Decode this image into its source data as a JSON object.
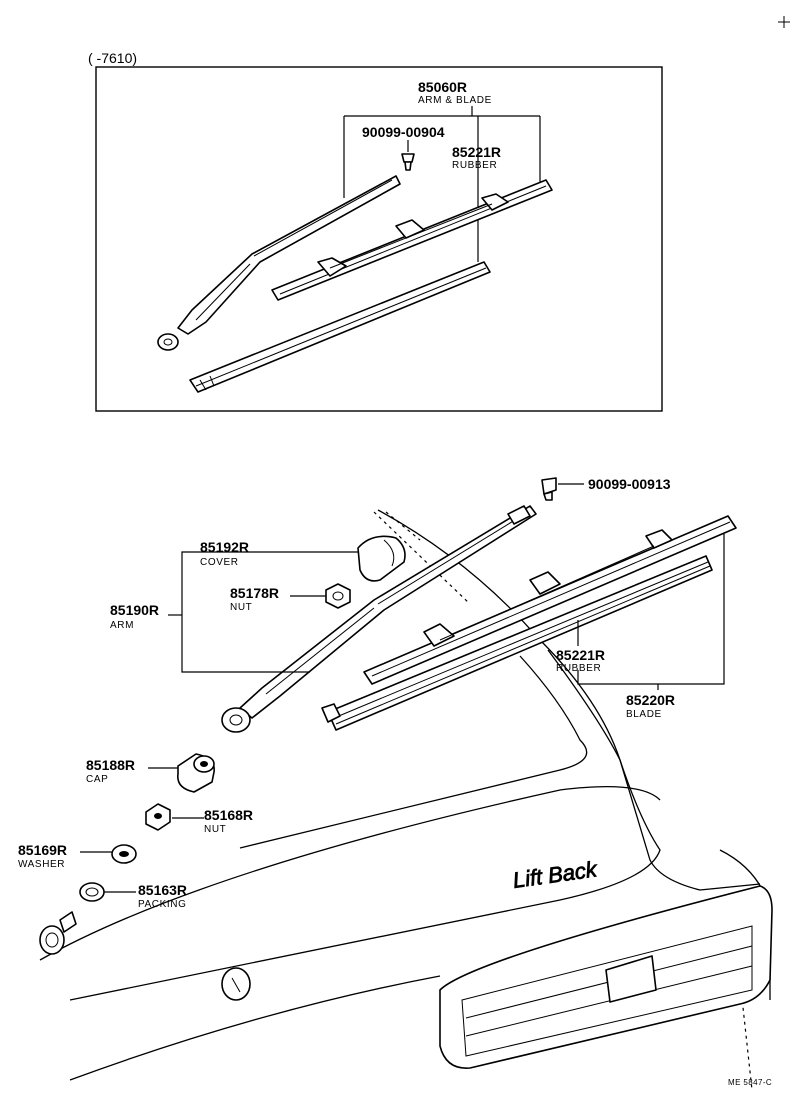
{
  "inset": {
    "range": "(        -7610)",
    "arm_blade": {
      "part_no": "85060R",
      "name": "ARM & BLADE"
    },
    "bolt": {
      "part_no": "90099-00904"
    },
    "rubber": {
      "part_no": "85221R",
      "name": "RUBBER"
    }
  },
  "main": {
    "bolt": {
      "part_no": "90099-00913"
    },
    "cover": {
      "part_no": "85192R",
      "name": "COVER"
    },
    "nut_arm": {
      "part_no": "85178R",
      "name": "NUT"
    },
    "arm": {
      "part_no": "85190R",
      "name": "ARM"
    },
    "rubber": {
      "part_no": "85221R",
      "name": "RUBBER"
    },
    "blade": {
      "part_no": "85220R",
      "name": "BLADE"
    },
    "cap": {
      "part_no": "85188R",
      "name": "CAP"
    },
    "nut": {
      "part_no": "85168R",
      "name": "NUT"
    },
    "washer": {
      "part_no": "85169R",
      "name": "WASHER"
    },
    "packing": {
      "part_no": "85163R",
      "name": "PACKING"
    },
    "emblem": "Lift Back",
    "ref": "ME 5847-C"
  }
}
